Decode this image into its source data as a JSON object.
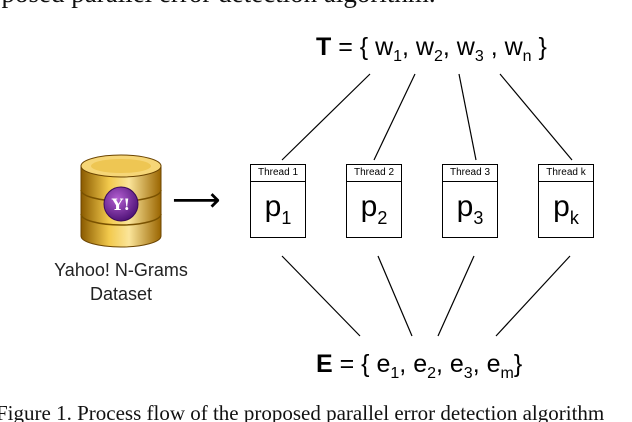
{
  "top_caption": "oposed parallel error detection algorithm.",
  "set_T": {
    "symbol": "T",
    "open": " = { w",
    "w1_sub": "1",
    "w2_pre": ", w",
    "w2_sub": "2",
    "w3_pre": ", w",
    "w3_sub": "3",
    "wn_pre": " , w",
    "wn_sub": "n",
    "close": "}"
  },
  "threads": [
    {
      "header": "Thread 1",
      "p": "p",
      "sub": "1"
    },
    {
      "header": "Thread 2",
      "p": "p",
      "sub": "2"
    },
    {
      "header": "Thread 3",
      "p": "p",
      "sub": "3"
    },
    {
      "header": "Thread k",
      "p": "p",
      "sub": "k"
    }
  ],
  "dataset": {
    "line1": "Yahoo! N-Grams",
    "line2": "Dataset",
    "icon_text": "Y!",
    "cylinder_color": "#d9a520",
    "logo_color": "#6a1b9a"
  },
  "arrow_glyph": "⟶",
  "set_E": {
    "symbol": "E",
    "open": " = { e",
    "e1_sub": "1",
    "e2_pre": ", e",
    "e2_sub": "2",
    "e3_pre": ", e",
    "e3_sub": "3",
    "em_pre": ", e",
    "em_sub": "m",
    "close": "}"
  },
  "bottom_caption": "Figure 1. Process flow of the proposed parallel error detection algorithm"
}
